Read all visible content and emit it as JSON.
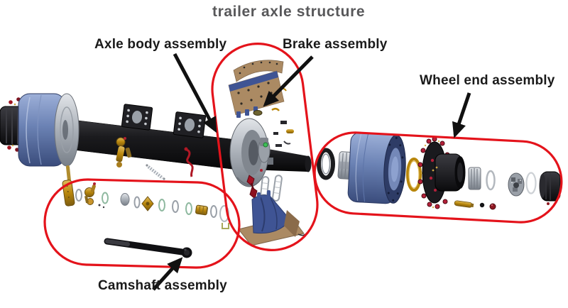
{
  "title": "trailer axle structure",
  "labels": {
    "axle_body": "Axle body assembly",
    "brake": "Brake assembly",
    "wheel_end": "Wheel end assembly",
    "camshaft": "Camshaft assembly"
  },
  "colors": {
    "background": "#ffffff",
    "highlight_red": "#e4131b",
    "arrow_black": "#111111",
    "title_gray": "#58585a",
    "label_black": "#1a1a1a",
    "axle_black": "#141417",
    "drum_blue": "#6b82b4",
    "shoe_blue": "#3f5494",
    "lining_tan": "#ab8a63",
    "brass_gold": "#b8860b",
    "part_red": "#a31224",
    "metal_gray": "#9aa0a8"
  }
}
